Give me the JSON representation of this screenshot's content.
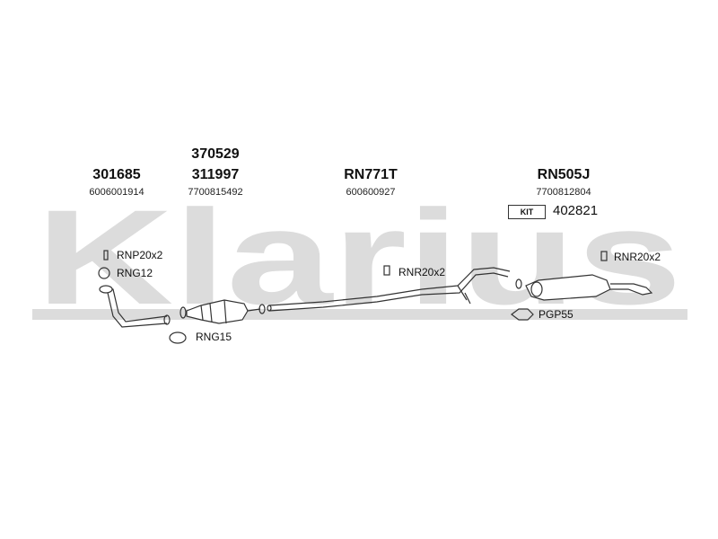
{
  "watermark": {
    "text": "Klarius",
    "color": "#d9d9d9"
  },
  "parts": [
    {
      "part_number": "301685",
      "oem_number": "6006001914"
    },
    {
      "part_number_top": "370529",
      "part_number": "311997",
      "oem_number": "7700815492"
    },
    {
      "part_number": "RN771T",
      "oem_number": "600600927"
    },
    {
      "part_number": "RN505J",
      "oem_number": "7700812804"
    }
  ],
  "kit": {
    "label": "KIT",
    "number": "402821"
  },
  "fittings": [
    {
      "code": "RNP20x2"
    },
    {
      "code": "RNG12"
    },
    {
      "code": "RNG15"
    },
    {
      "code": "RNR20x2"
    },
    {
      "code": "RNR20x2"
    },
    {
      "code": "PGP55"
    }
  ]
}
